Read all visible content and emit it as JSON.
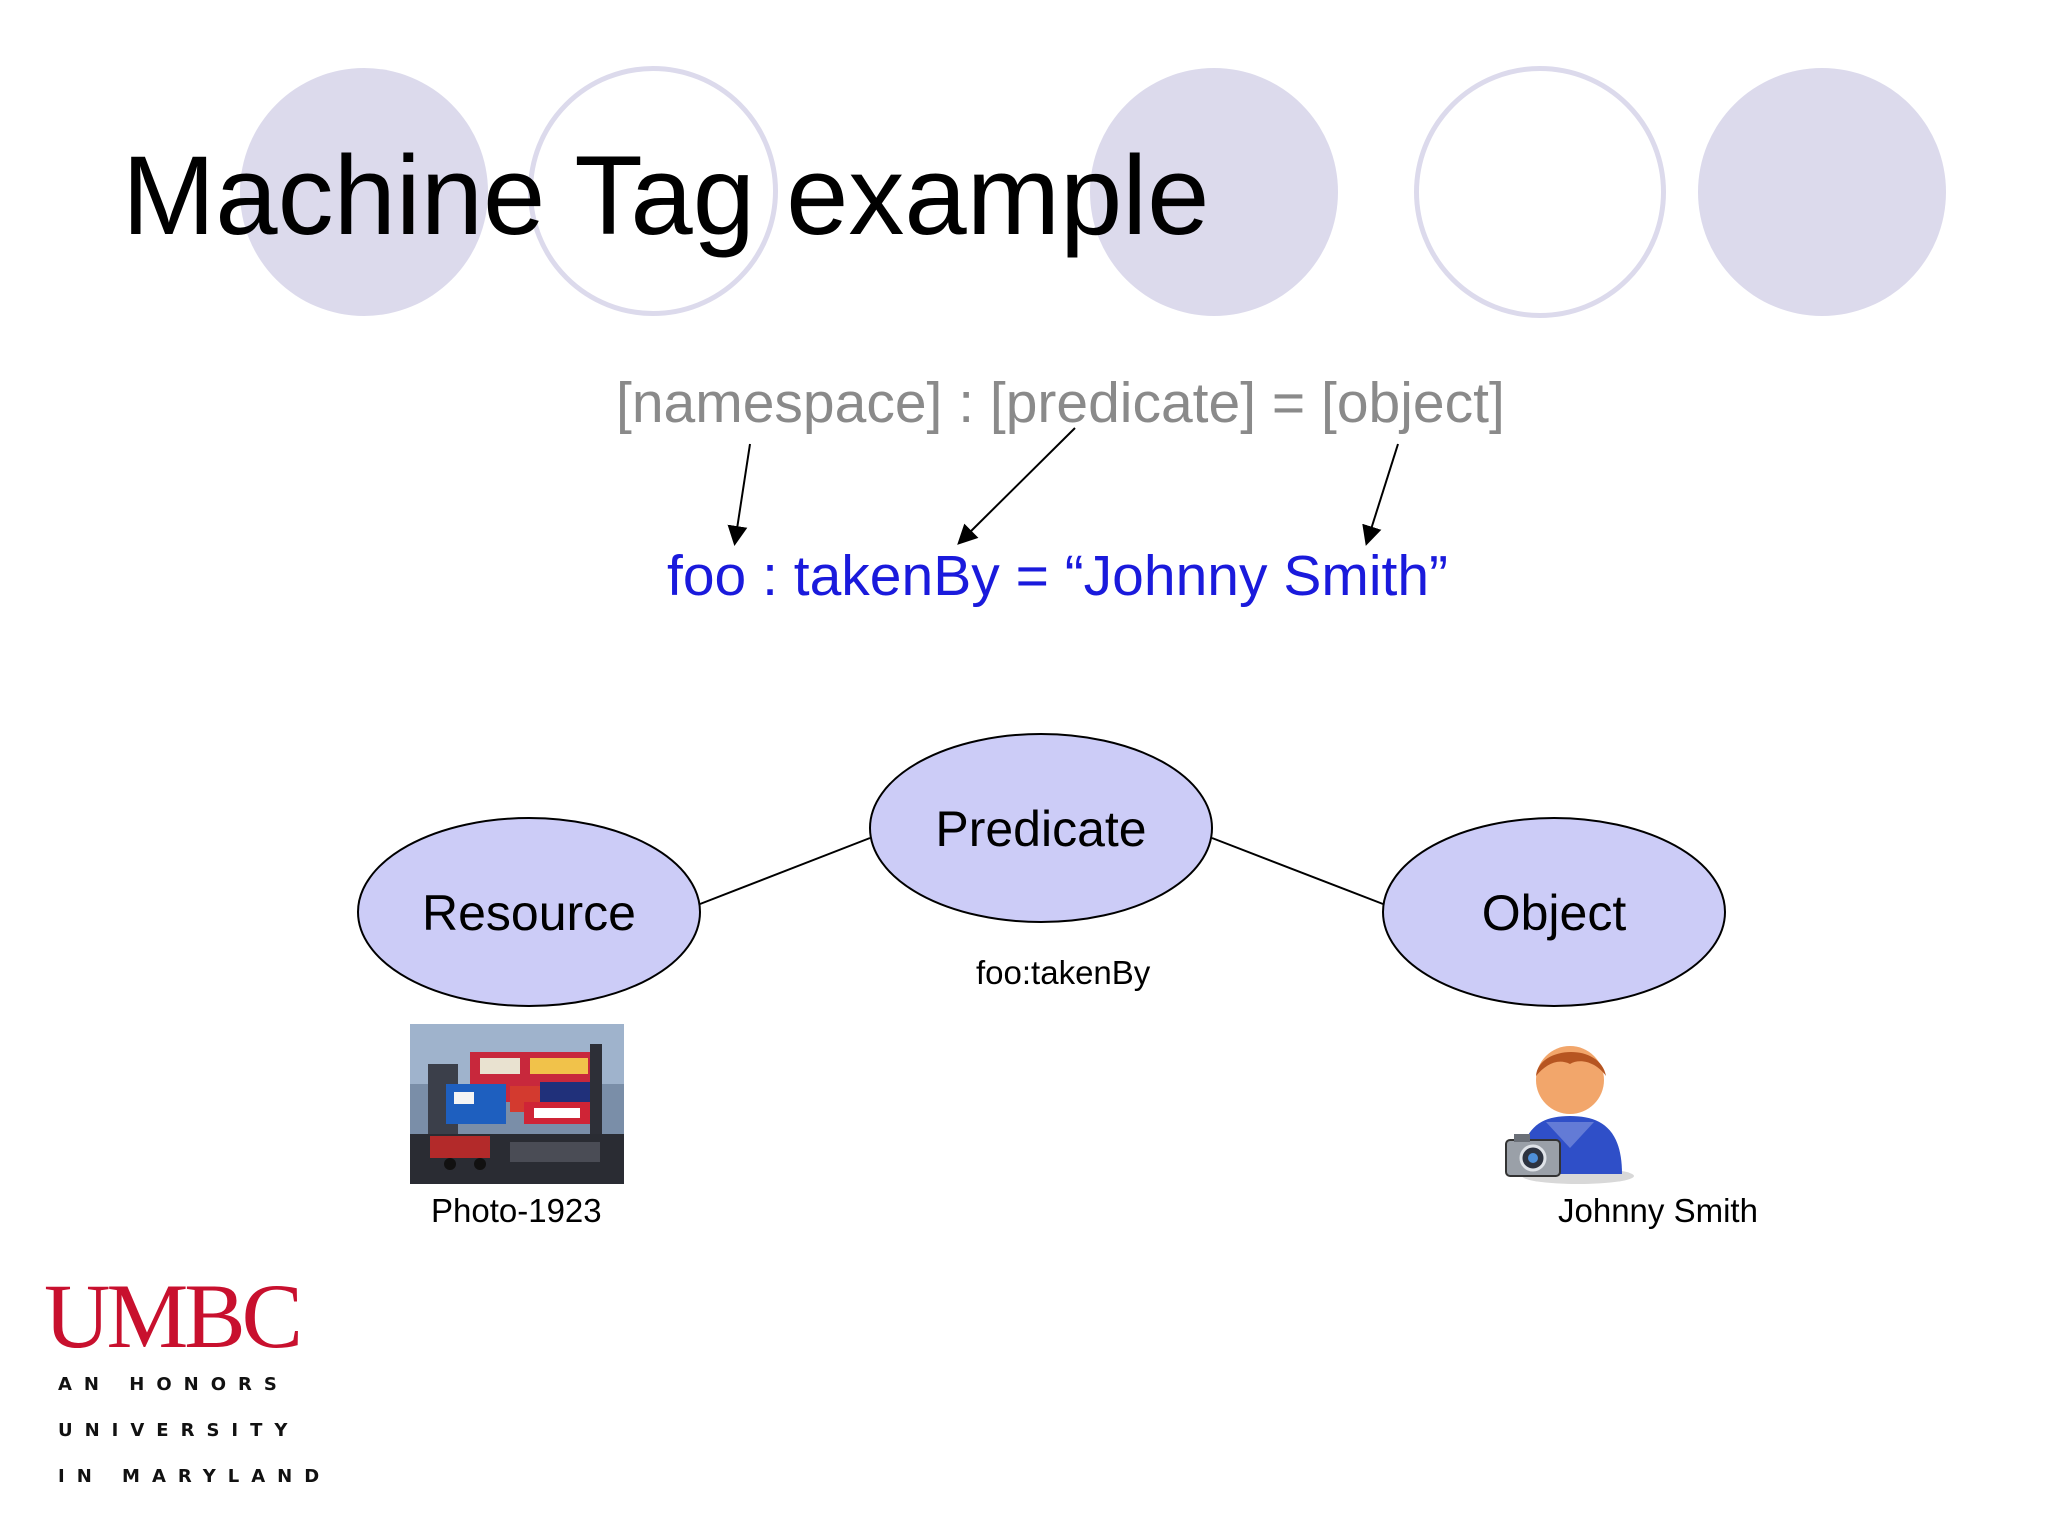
{
  "slide": {
    "title": "Machine Tag example",
    "pattern": {
      "namespace": "[namespace]",
      "sep1": " : ",
      "predicate": "[predicate]",
      "sep2": " = ",
      "object": "[object]"
    },
    "example": {
      "namespace": "foo",
      "sep1": " : ",
      "predicate": "takenBy",
      "sep2": " = ",
      "object": "“Johnny Smith”"
    },
    "graph": {
      "resource_label": "Resource",
      "predicate_label": "Predicate",
      "object_label": "Object",
      "predicate_caption": "foo:takenBy",
      "resource_caption": "Photo-1923",
      "object_caption": "Johnny Smith"
    },
    "logo": {
      "wordmark": "UMBC",
      "tagline_1": "AN HONORS",
      "tagline_2": "UNIVERSITY",
      "tagline_3": "IN MARYLAND"
    }
  },
  "colors": {
    "node_fill": "#ccccf7",
    "decor_circle": "#dcdaec",
    "pattern_text": "#8a8a8a",
    "example_text": "#1a1adc",
    "logo_red": "#c8102e"
  },
  "icons": {
    "photo": "street-photo-thumbnail",
    "person": "photographer-person-icon"
  }
}
